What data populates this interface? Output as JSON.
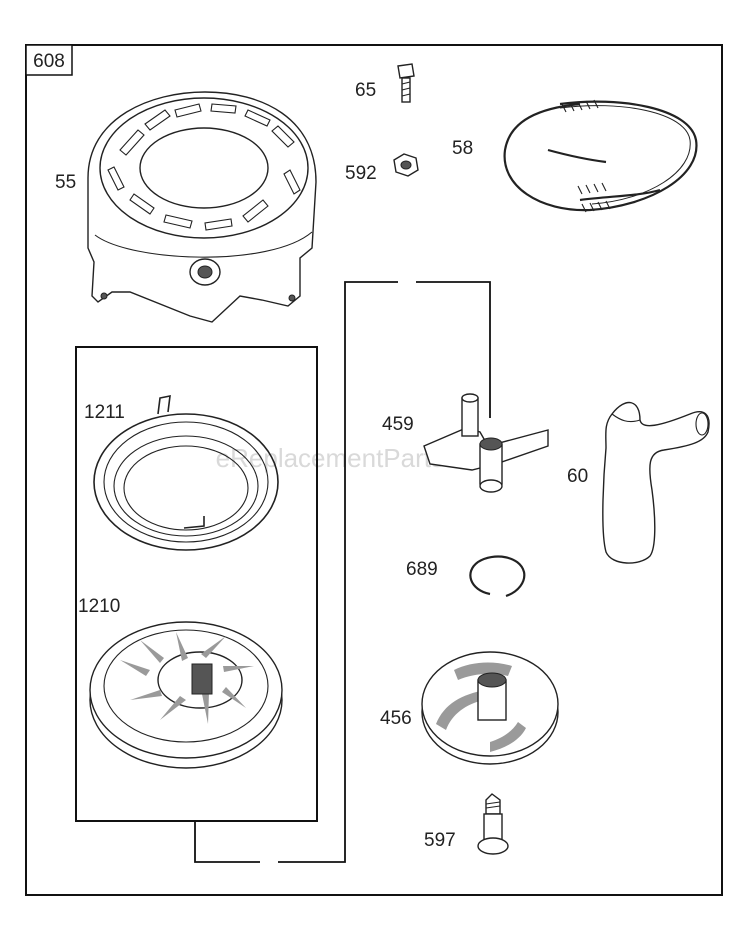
{
  "diagram": {
    "assembly_number": "608",
    "watermark": "eReplacementParts.com",
    "parts": [
      {
        "key": "blower_housing",
        "label": "55"
      },
      {
        "key": "screw",
        "label": "65"
      },
      {
        "key": "nut",
        "label": "592"
      },
      {
        "key": "rope",
        "label": "58"
      },
      {
        "key": "spring",
        "label": "1211"
      },
      {
        "key": "pulley",
        "label": "1210"
      },
      {
        "key": "pawl",
        "label": "459"
      },
      {
        "key": "handle",
        "label": "60"
      },
      {
        "key": "retainer_ring",
        "label": "689"
      },
      {
        "key": "cam",
        "label": "456"
      },
      {
        "key": "shoulder_screw",
        "label": "597"
      }
    ]
  }
}
